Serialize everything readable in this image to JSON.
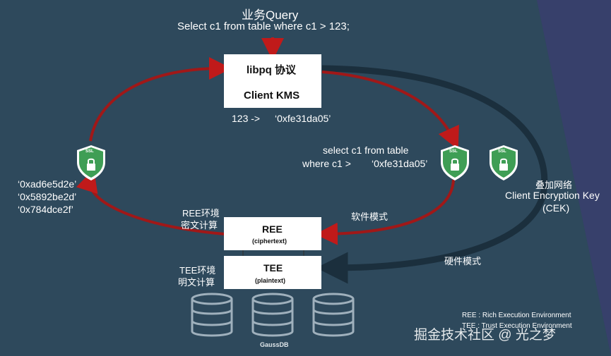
{
  "header": {
    "title": "业务Query",
    "sql": "Select c1 from table where c1 > 123;"
  },
  "libpq_box": {
    "title": "libpq 协议",
    "kms": "Client KMS"
  },
  "mapping": {
    "plain": "123 ->",
    "cipher": "‘0xfe31da05’"
  },
  "encrypted_query": {
    "line1": "select c1 from table",
    "line2": "where c1 >",
    "value": "‘0xfe31da05’"
  },
  "results": [
    "‘0xad6e5d2e’",
    "‘0x5892be2d’",
    "‘0x784dce2f’"
  ],
  "cek": {
    "line1": "叠加网络",
    "line2": "Client Encryption Key",
    "line3": "(CEK)"
  },
  "ree_label": {
    "line1": "REE环境",
    "line2": "密文计算"
  },
  "tee_label": {
    "line1": "TEE环境",
    "line2": "明文计算"
  },
  "ree_box": {
    "title": "REE",
    "subtitle": "(ciphertext)"
  },
  "tee_box": {
    "title": "TEE",
    "subtitle": "(plaintext)"
  },
  "software_mode": "软件模式",
  "hardware_mode": "硬件模式",
  "ssl_badge": "SSL",
  "db_label": "GaussDB",
  "legend": {
    "ree": "REE : Rich Execution Environment",
    "tee": "TEE : Trust Execution Environment"
  },
  "watermark": "掘金技术社区 @ 光之梦",
  "colors": {
    "background": "#2c4658",
    "red_arrow": "#a01818",
    "dark_arrow": "#1b2f3d",
    "shield": "#3f9e55"
  }
}
